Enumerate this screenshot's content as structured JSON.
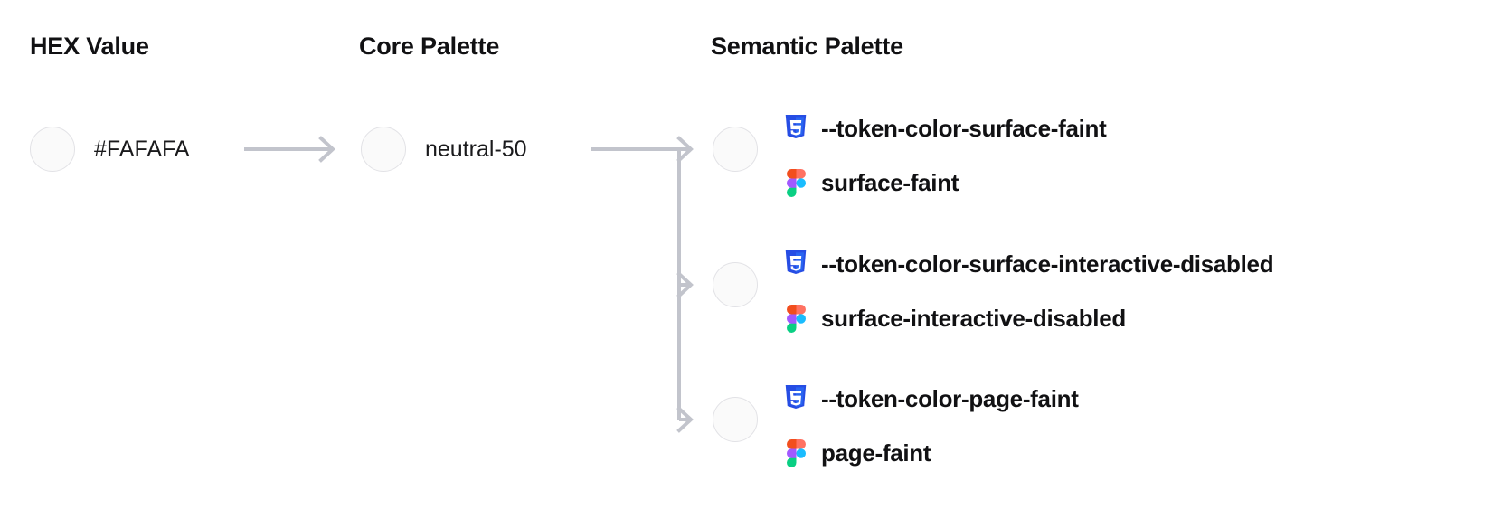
{
  "columns": {
    "hex": "HEX Value",
    "core": "Core Palette",
    "semantic": "Semantic Palette"
  },
  "hex": {
    "value": "#FAFAFA",
    "swatch_color": "#FAFAFA"
  },
  "core": {
    "value": "neutral-50",
    "swatch_color": "#FAFAFA"
  },
  "semantic": {
    "rows": [
      {
        "swatch_color": "#FAFAFA",
        "css_icon": "css3-icon",
        "css_token": "--token-color-surface-faint",
        "figma_icon": "figma-icon",
        "figma_token": "surface-faint"
      },
      {
        "swatch_color": "#FAFAFA",
        "css_icon": "css3-icon",
        "css_token": "--token-color-surface-interactive-disabled",
        "figma_icon": "figma-icon",
        "figma_token": "surface-interactive-disabled"
      },
      {
        "swatch_color": "#FAFAFA",
        "css_icon": "css3-icon",
        "css_token": "--token-color-page-faint",
        "figma_icon": "figma-icon",
        "figma_token": "page-faint"
      }
    ]
  },
  "colors": {
    "background": "#FFFFFF",
    "text": "#111113",
    "swatch_border": "#E2E2E6",
    "connector": "#C2C4CC",
    "css_shield_dark": "#264DE4",
    "css_shield_light": "#2965F1",
    "figma_orange": "#F24E1E",
    "figma_salmon": "#FF7262",
    "figma_purple": "#A259FF",
    "figma_cyan": "#1ABCFE",
    "figma_green": "#0ACF83"
  }
}
